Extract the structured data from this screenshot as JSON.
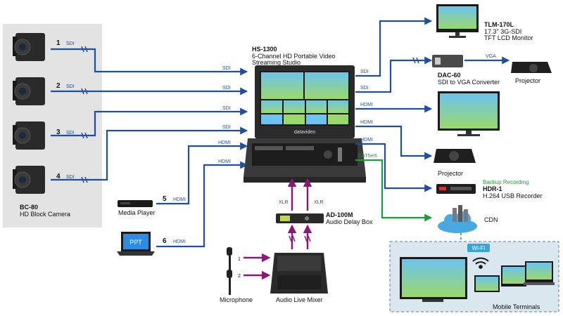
{
  "cameras": {
    "model": "BC-80",
    "description": "HD Block Camera",
    "links": [
      {
        "num": "1",
        "signal": "SDI"
      },
      {
        "num": "2",
        "signal": "SDI"
      },
      {
        "num": "3",
        "signal": "SDI"
      },
      {
        "num": "4",
        "signal": "SDI"
      }
    ]
  },
  "media_player": {
    "num": "5",
    "signal": "HDMI",
    "name": "Media Player"
  },
  "laptop": {
    "num": "6",
    "signal": "HDMI",
    "screen_text": "PPT"
  },
  "switcher": {
    "model": "HS-1300",
    "desc_line1": "6-Channel HD Portable Video",
    "desc_line2": "Streaming Studio",
    "brand": "datavideo",
    "inputs": [
      "SDI",
      "SDI",
      "SDI",
      "SDI",
      "HDMI",
      "HDMI"
    ],
    "outputs": [
      "SDI",
      "SDI",
      "HDMI",
      "HDMI",
      "HDMI",
      "CAT5e/6"
    ]
  },
  "monitor": {
    "model": "TLM-170L",
    "line1": "17.3\" 3G-SDI",
    "line2": "TFT LCD Monitor"
  },
  "converter": {
    "model": "DAC-60",
    "desc": "SDI to VGA Converter",
    "vga": "VGA",
    "projector": "Projector"
  },
  "projector2": "Projector",
  "recorder": {
    "tag": "Backup Recording",
    "model": "HDR-1",
    "desc": "H.264 USB Recorder"
  },
  "cdn": "CDN",
  "wifi": "Wi-Fi",
  "mobile": "Mobile Terminals",
  "audio_delay": {
    "model": "AD-100M",
    "desc": "Audio Delay Box",
    "xlr_left": "XLR",
    "xlr_right": "XLR"
  },
  "mixer": {
    "name": "Audio Live Mixer"
  },
  "mics": {
    "label": "Microphone",
    "nums": [
      "1",
      "2"
    ]
  },
  "camera_label": {
    "model": "BC-80",
    "desc": "HD Block Camera"
  },
  "colors": {
    "video": "#1f4fa3",
    "audio": "#8a1a7a",
    "network": "#1aa03a",
    "panel": "#e3e3e3"
  }
}
